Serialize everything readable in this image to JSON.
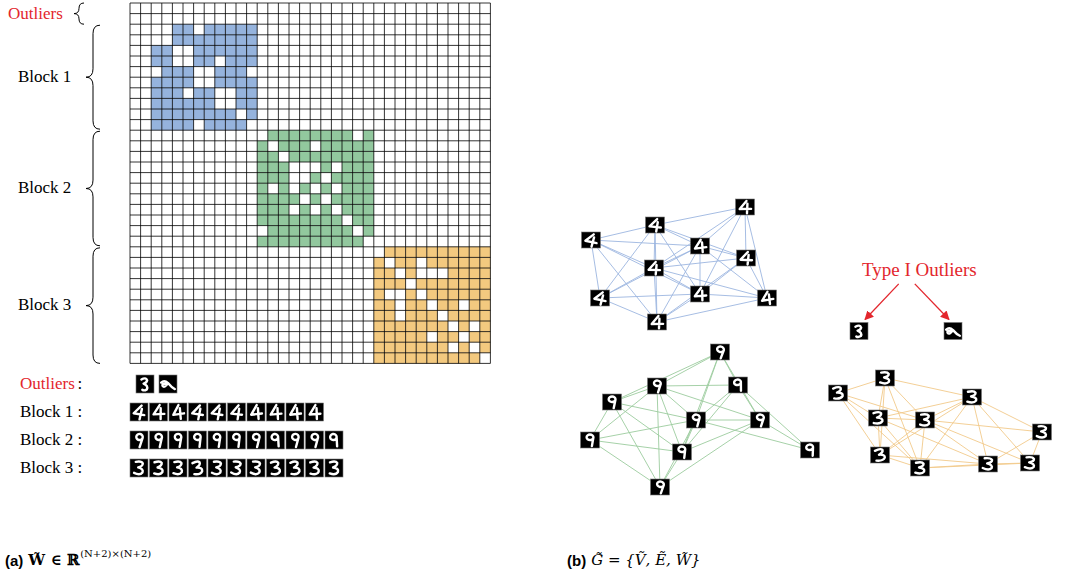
{
  "diagram": {
    "labels": [
      "Outliers",
      "Block 1",
      "Block 2",
      "Block 3",
      "Outliers",
      ":",
      "Block 1 :",
      "Block 2 :",
      "Block 3 :",
      "(a)",
      "W̃ ∈ ℝ",
      "(N+2)×(N+2)",
      "Type I Outliers",
      "(b)",
      "G̃ = {Ṽ, Ẽ, W̃}"
    ]
  }
}
